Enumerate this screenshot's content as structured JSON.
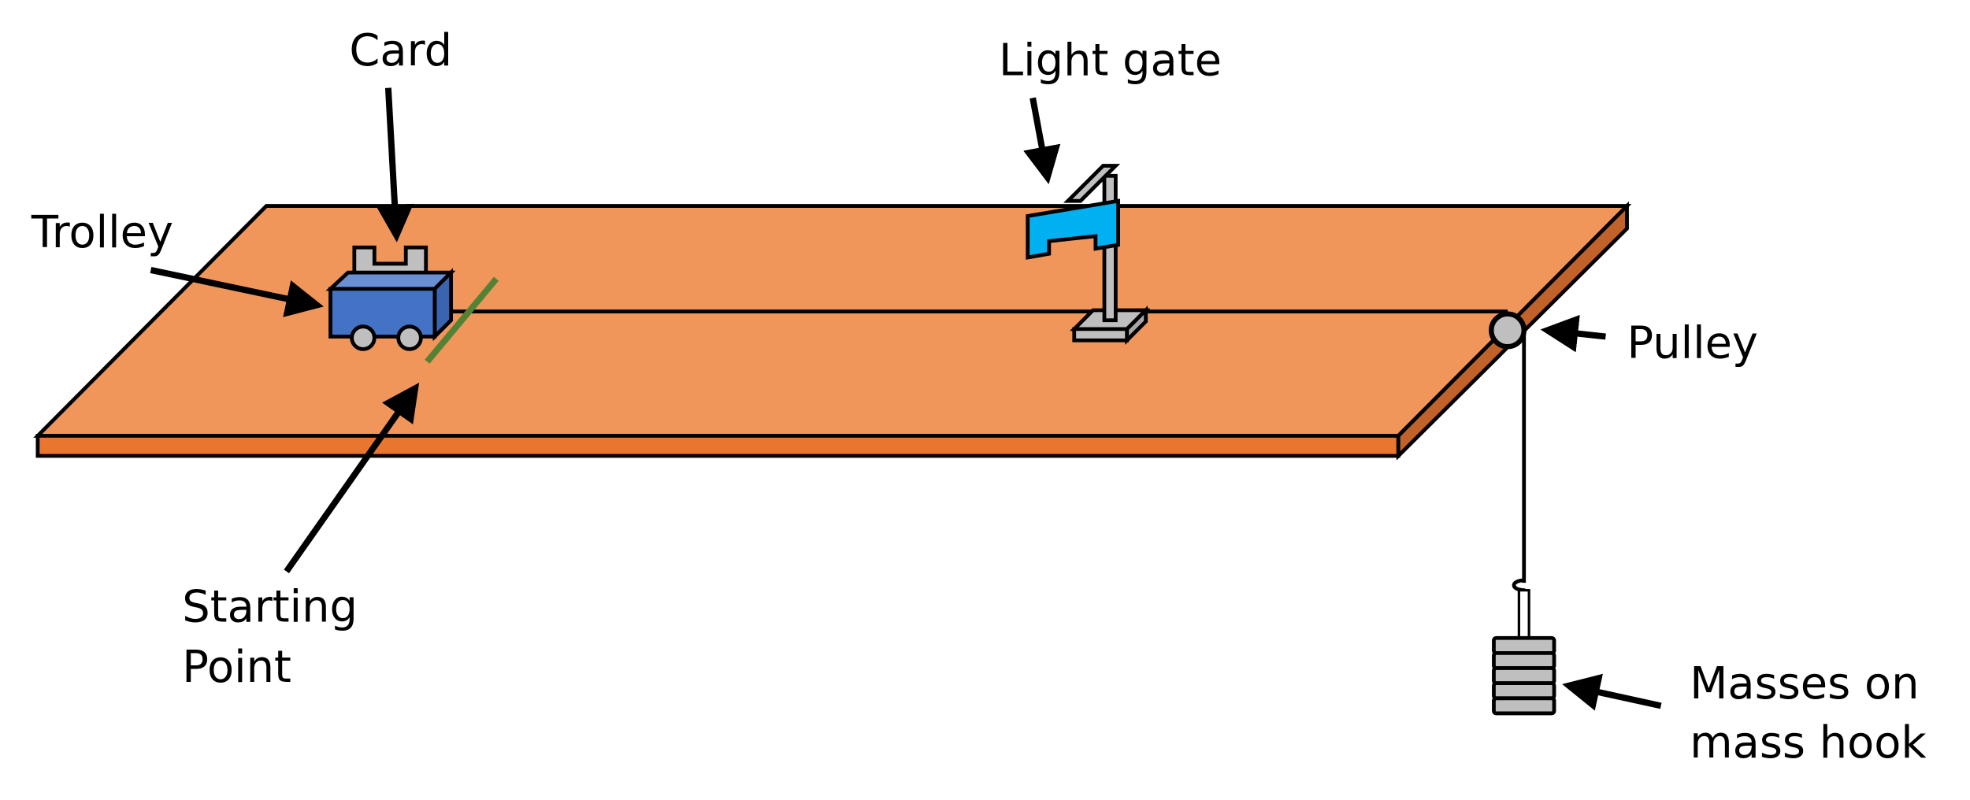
{
  "labels": {
    "card": "Card",
    "light_gate": "Light gate",
    "trolley": "Trolley",
    "starting_point_line1": "Starting",
    "starting_point_line2": "Point",
    "pulley": "Pulley",
    "masses_line1": "Masses on",
    "masses_line2": "mass hook"
  },
  "colors": {
    "table_top": "#F0965A",
    "table_edge": "#E8762E",
    "table_side": "#C0622A",
    "trolley_body": "#4472C4",
    "card": "#BFBFBF",
    "light_gate_flag": "#00B0F0",
    "starting_line": "#548235",
    "metal": "#BFBFBF"
  }
}
